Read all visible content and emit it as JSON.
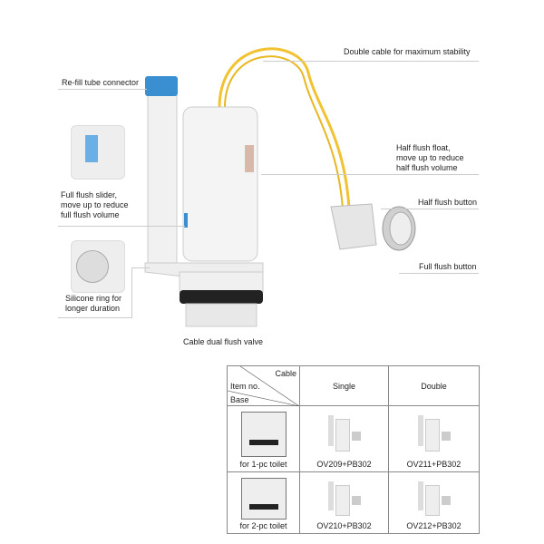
{
  "labels": {
    "double_cable": "Double cable for maximum stability",
    "refill": "Re-fill tube connector",
    "full_slider": [
      "Full flush slider,",
      "move up to reduce",
      "full flush volume"
    ],
    "silicone": [
      "Silicone ring for",
      "longer duration"
    ],
    "valve": "Cable dual flush valve",
    "half_float": [
      "Half flush float,",
      "move up to reduce",
      "half flush volume"
    ],
    "half_button": "Half flush button",
    "full_button": "Full flush button"
  },
  "table": {
    "header": {
      "cable": "Cable",
      "item": "Item no.",
      "base": "Base",
      "cols": [
        "Single",
        "Double"
      ]
    },
    "rows": [
      {
        "base": "for 1-pc toilet",
        "items": [
          "OV209+PB302",
          "OV211+PB302"
        ]
      },
      {
        "base": "for 2-pc toilet",
        "items": [
          "OV210+PB302",
          "OV212+PB302"
        ]
      }
    ]
  },
  "colors": {
    "cable": "#f2c230",
    "accent": "#3a8fd0"
  }
}
